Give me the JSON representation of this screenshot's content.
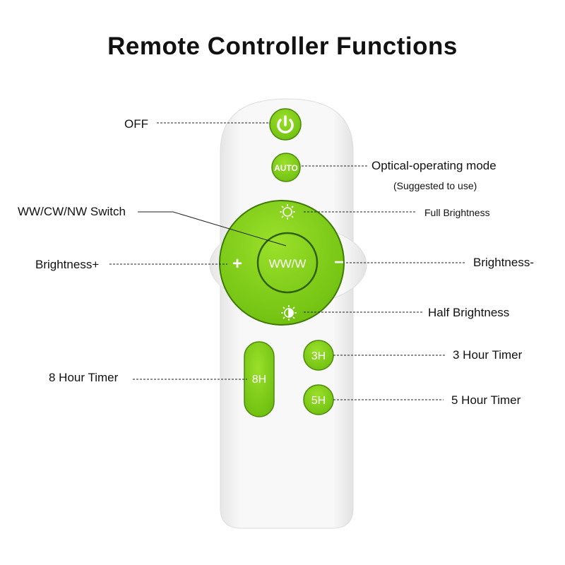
{
  "title": "Remote Controller Functions",
  "colors": {
    "button_green": "#86d11c",
    "body": "#f4f4f4",
    "line": "#222222"
  },
  "labels": {
    "off": "OFF",
    "auto": "Optical-operating mode",
    "auto_note": "(Suggested to use)",
    "switch": "WW/CW/NW Switch",
    "full": "Full Brightness",
    "plus": "Brightness+",
    "minus": "Brightness-",
    "half": "Half Brightness",
    "t3": "3 Hour Timer",
    "t8": "8 Hour Timer",
    "t5": "5 Hour Timer"
  },
  "buttons": {
    "power": "power-icon",
    "auto": "AUTO",
    "center": "WW/W",
    "plus": "+",
    "minus": "−",
    "t3": "3H",
    "t5": "5H",
    "t8": "8H"
  }
}
